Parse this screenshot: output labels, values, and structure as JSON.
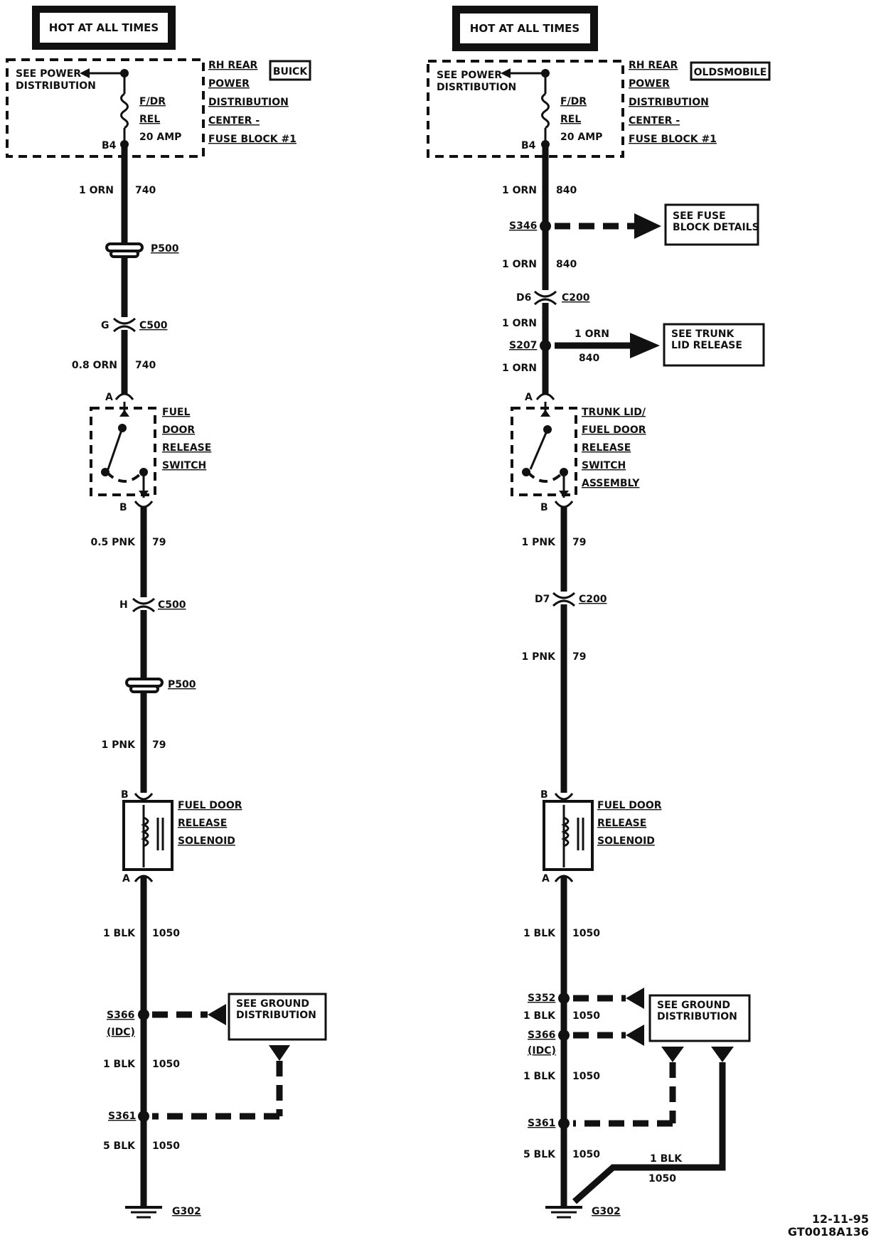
{
  "left": {
    "hot_label": "HOT AT ALL TIMES",
    "see_power": "SEE POWER",
    "distribution": "DISTRIBUTION",
    "fuse_lines": [
      "F/DR",
      "REL",
      "20 AMP"
    ],
    "fuse_pin": "B4",
    "pdc_lines": [
      "RH REAR",
      "POWER",
      "DISTRIBUTION",
      "CENTER -",
      "FUSE BLOCK #1"
    ],
    "make": "BUICK",
    "w1_gauge": "1 ORN",
    "w1_num": "740",
    "p500a": "P500",
    "c500a_pin": "G",
    "c500a": "C500",
    "w2_gauge": "0.8 ORN",
    "w2_num": "740",
    "sw_pin_a": "A",
    "switch_lines": [
      "FUEL",
      "DOOR",
      "RELEASE",
      "SWITCH"
    ],
    "sw_pin_b": "B",
    "w3_gauge": "0.5 PNK",
    "w3_num": "79",
    "c500b_pin": "H",
    "c500b": "C500",
    "p500b": "P500",
    "w4_gauge": "1 PNK",
    "w4_num": "79",
    "sol_pin_b": "B",
    "solenoid_lines": [
      "FUEL DOOR",
      "RELEASE",
      "SOLENOID"
    ],
    "sol_pin_a": "A",
    "w5_gauge": "1 BLK",
    "w5_num": "1050",
    "s366": "S366",
    "idc": "(IDC)",
    "ground_dist": [
      "SEE GROUND",
      "DISTRIBUTION"
    ],
    "w6_gauge": "1 BLK",
    "w6_num": "1050",
    "s361": "S361",
    "w7_gauge": "5 BLK",
    "w7_num": "1050",
    "g302": "G302"
  },
  "right": {
    "hot_label": "HOT AT ALL TIMES",
    "see_power": "SEE POWER",
    "distribution": "DISRTIBUTION",
    "fuse_lines": [
      "F/DR",
      "REL",
      "20 AMP"
    ],
    "fuse_pin": "B4",
    "pdc_lines": [
      "RH REAR",
      "POWER",
      "DISTRIBUTION",
      "CENTER -",
      "FUSE BLOCK #1"
    ],
    "make": "OLDSMOBILE",
    "w1_gauge": "1 ORN",
    "w1_num": "840",
    "s346": "S346",
    "fuse_details": [
      "SEE FUSE",
      "BLOCK DETAILS"
    ],
    "w2_gauge": "1 ORN",
    "w2_num": "840",
    "c200a_pin": "D6",
    "c200a": "C200",
    "w3_gauge": "1 ORN",
    "s207": "S207",
    "branch_gauge": "1 ORN",
    "branch_num": "840",
    "trunk_release": [
      "SEE TRUNK",
      "LID RELEASE"
    ],
    "w4_gauge": "1 ORN",
    "sw_pin_a": "A",
    "switch_lines": [
      "TRUNK LID/",
      "FUEL DOOR",
      "RELEASE",
      "SWITCH",
      "ASSEMBLY"
    ],
    "sw_pin_b": "B",
    "w5_gauge": "1 PNK",
    "w5_num": "79",
    "c200b_pin": "D7",
    "c200b": "C200",
    "w6_gauge": "1 PNK",
    "w6_num": "79",
    "sol_pin_b": "B",
    "solenoid_lines": [
      "FUEL DOOR",
      "RELEASE",
      "SOLENOID"
    ],
    "sol_pin_a": "A",
    "w7_gauge": "1 BLK",
    "w7_num": "1050",
    "s352": "S352",
    "w8_gauge": "1 BLK",
    "w8_num": "1050",
    "s366": "S366",
    "idc": "(IDC)",
    "ground_dist": [
      "SEE GROUND",
      "DISTRIBUTION"
    ],
    "w9_gauge": "1 BLK",
    "w9_num": "1050",
    "s361": "S361",
    "w10_gauge": "5 BLK",
    "w10_num": "1050",
    "branch2_gauge": "1 BLK",
    "branch2_num": "1050",
    "g302": "G302"
  },
  "footer": {
    "date": "12-11-95",
    "code": "GT0018A136"
  }
}
